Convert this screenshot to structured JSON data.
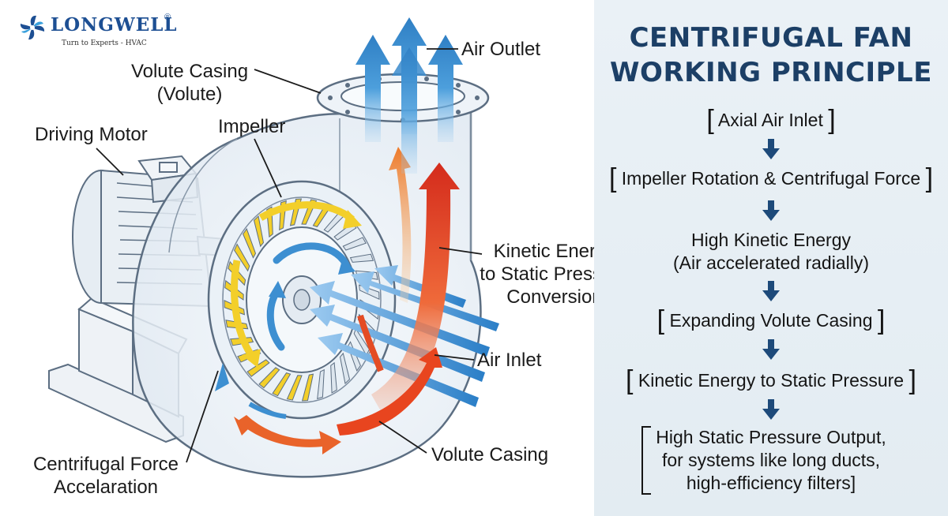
{
  "brand": {
    "name": "LONGWELL",
    "registered": "®",
    "tagline": "Turn to Experts - HVAC"
  },
  "callouts": {
    "volute_casing_top": [
      "Volute Casing",
      "(Volute)"
    ],
    "air_outlet": "Air Outlet",
    "driving_motor": "Driving Motor",
    "impeller": "Impeller",
    "kinetic_conversion": [
      "Kinetic Energy",
      "to Static Pressure",
      "Conversion"
    ],
    "air_inlet": "Air Inlet",
    "volute_casing_bottom": "Volute Casing",
    "centrifugal_force": [
      "Centrifugal Force",
      "Accelaration"
    ]
  },
  "panel": {
    "title": [
      "CENTRIFUGAL FAN",
      "WORKING PRINCIPLE"
    ],
    "steps": [
      {
        "text": "Axial Air Inlet",
        "bracket": true
      },
      {
        "text": "Impeller Rotation & Centrifugal Force",
        "bracket": true
      },
      {
        "lines": [
          "High Kinetic Energy",
          "(Air accelerated radially)"
        ],
        "bracket": false
      },
      {
        "text": "Expanding Volute Casing",
        "bracket": true
      },
      {
        "text": "Kinetic Energy to Static Pressure",
        "bracket": true
      },
      {
        "lines": [
          "High Static Pressure Output,",
          "for systems like long ducts,",
          "high-efficiency filters]"
        ],
        "bracket": "left-tall"
      }
    ]
  },
  "colors": {
    "panel_title": "#1c3f66",
    "flow_arrow": "#1d4a7a",
    "airflow_blue": "#3d8fd1",
    "airflow_red": "#d6321f",
    "airflow_orange": "#ef7d2a",
    "blade_yellow": "#f3cf2a",
    "steel_line": "#5c6e82"
  },
  "icons": [
    "fan-logo-icon",
    "down-arrow-icon"
  ]
}
